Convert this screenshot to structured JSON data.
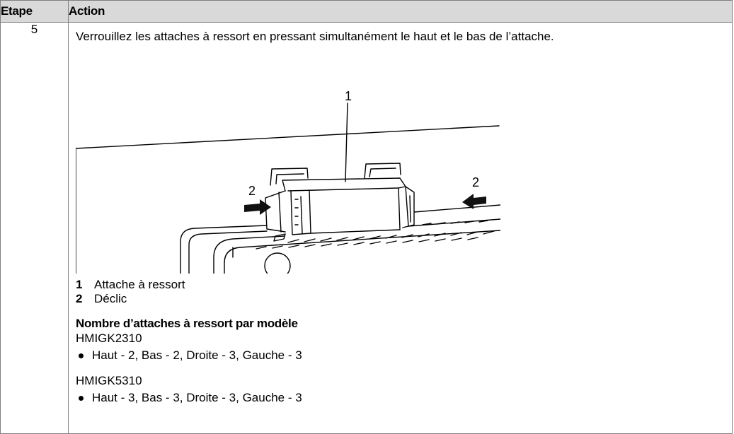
{
  "table": {
    "headers": {
      "step": "Etape",
      "action": "Action"
    },
    "step_number": "5",
    "instruction": "Verrouillez les attaches à ressort en pressant simultanément le haut et le bas de l’attache.",
    "figure_callouts": {
      "spring_clip": "1",
      "press_left": "2",
      "press_right": "2"
    },
    "legend": [
      {
        "num": "1",
        "label": "Attache à ressort"
      },
      {
        "num": "2",
        "label": "Déclic"
      }
    ],
    "section_title": "Nombre d’attaches à ressort par modèle",
    "models": [
      {
        "name": "HMIGK2310",
        "detail": "Haut - 2, Bas - 2, Droite - 3, Gauche - 3"
      },
      {
        "name": "HMIGK5310",
        "detail": "Haut - 3, Bas - 3, Droite - 3, Gauche - 3"
      }
    ]
  }
}
